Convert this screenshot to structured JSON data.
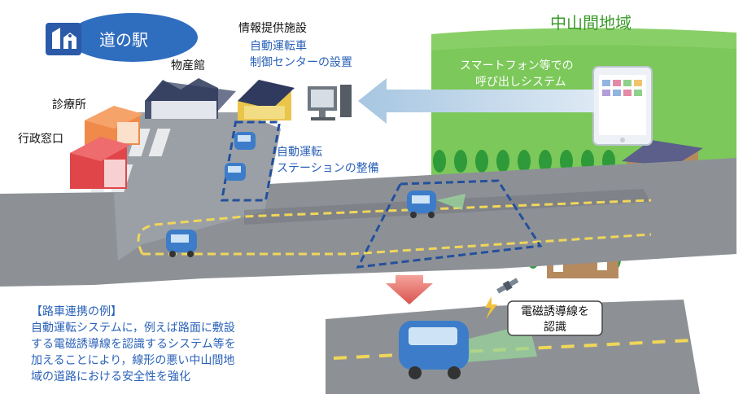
{
  "michi_no_eki": "道の駅",
  "region": "中山間地域",
  "info_facility": "情報提供施設",
  "control_center": [
    "自動運転車",
    "制御センターの設置"
  ],
  "bussankan": "物産館",
  "clinic": "診療所",
  "admin_window": "行政窓口",
  "station": [
    "自動運転",
    "ステーションの整備"
  ],
  "smartphone_call": [
    "スマートフォン等での",
    "呼び出しシステム"
  ],
  "example_title": "【路車連携の例】",
  "example_body": [
    "自動運転システムに，例えば路面に敷設",
    "する電磁誘導線を認識するシステム等を",
    "加えることにより，線形の悪い中山間地",
    "域の道路における安全性を強化"
  ],
  "recognize_label": [
    "電磁誘導線を",
    "認識"
  ],
  "colors": {
    "text_blue": "#2a62b8",
    "region_green": "#3a9a2a",
    "hill_green": "#7cc85a",
    "road_gray": "#8d9196",
    "dashed_blue": "#24509c",
    "arrow_red": "#d9534f",
    "vehicle_blue": "#3d7cc9"
  },
  "icons": [
    "michi-no-eki-logo-icon",
    "desktop-computer-icon",
    "tablet-icon",
    "satellite-icon",
    "lightning-icon",
    "down-arrow-icon",
    "left-arrow-icon"
  ]
}
